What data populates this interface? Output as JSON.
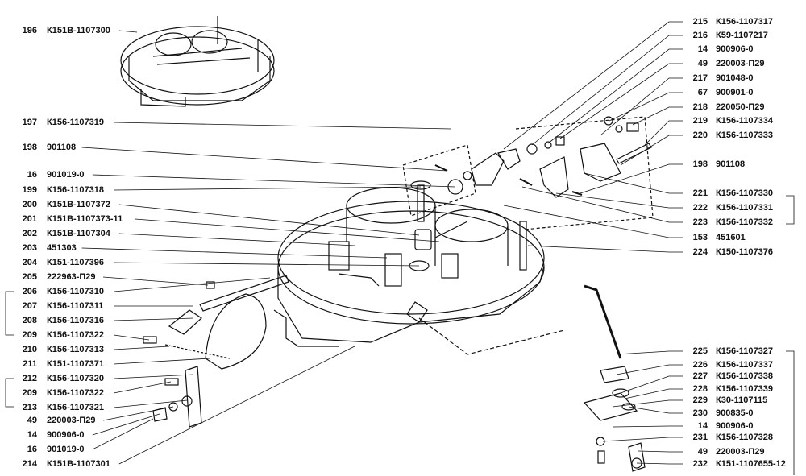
{
  "left_callouts": [
    {
      "num": "196",
      "code": "К151В-1107300"
    },
    {
      "num": "197",
      "code": "К156-1107319"
    },
    {
      "num": "198",
      "code": "901108"
    },
    {
      "num": "16",
      "code": "901019-0"
    },
    {
      "num": "199",
      "code": "К156-1107318"
    },
    {
      "num": "200",
      "code": "К151В-1107372"
    },
    {
      "num": "201",
      "code": "К151В-1107373-11"
    },
    {
      "num": "202",
      "code": "К151В-1107304"
    },
    {
      "num": "203",
      "code": "451303"
    },
    {
      "num": "204",
      "code": "К151-1107396"
    },
    {
      "num": "205",
      "code": "222963-П29"
    },
    {
      "num": "206",
      "code": "К156-1107310"
    },
    {
      "num": "207",
      "code": "К156-1107311"
    },
    {
      "num": "208",
      "code": "К156-1107316"
    },
    {
      "num": "209",
      "code": "К156-1107322"
    },
    {
      "num": "210",
      "code": "К156-1107313"
    },
    {
      "num": "211",
      "code": "К151-1107371"
    },
    {
      "num": "212",
      "code": "К156-1107320"
    },
    {
      "num": "209",
      "code": "К156-1107322"
    },
    {
      "num": "213",
      "code": "К156-1107321"
    },
    {
      "num": "49",
      "code": "220003-П29"
    },
    {
      "num": "14",
      "code": "900906-0"
    },
    {
      "num": "16",
      "code": "901019-0"
    },
    {
      "num": "214",
      "code": "К151В-1107301"
    }
  ],
  "right_callouts": [
    {
      "num": "215",
      "code": "К156-1107317"
    },
    {
      "num": "216",
      "code": "К59-1107217"
    },
    {
      "num": "14",
      "code": "900906-0"
    },
    {
      "num": "49",
      "code": "220003-П29"
    },
    {
      "num": "217",
      "code": "901048-0"
    },
    {
      "num": "67",
      "code": "900901-0"
    },
    {
      "num": "218",
      "code": "220050-П29"
    },
    {
      "num": "219",
      "code": "К156-1107334"
    },
    {
      "num": "220",
      "code": "К156-1107333"
    },
    {
      "num": "198",
      "code": "901108"
    },
    {
      "num": "221",
      "code": "К156-1107330"
    },
    {
      "num": "222",
      "code": "К156-1107331"
    },
    {
      "num": "223",
      "code": "К156-1107332"
    },
    {
      "num": "153",
      "code": "451601"
    },
    {
      "num": "224",
      "code": "К150-1107376"
    },
    {
      "num": "225",
      "code": "К156-1107327"
    },
    {
      "num": "226",
      "code": "К156-1107337"
    },
    {
      "num": "227",
      "code": "К156-1107338"
    },
    {
      "num": "228",
      "code": "К156-1107339"
    },
    {
      "num": "229",
      "code": "К30-1107115"
    },
    {
      "num": "230",
      "code": "900835-0"
    },
    {
      "num": "14",
      "code": "900906-0"
    },
    {
      "num": "231",
      "code": "К156-1107328"
    },
    {
      "num": "49",
      "code": "220003-П29"
    },
    {
      "num": "232",
      "code": "К151-1107655-12"
    }
  ],
  "colors": {
    "ink": "#111111",
    "background": "#ffffff"
  }
}
